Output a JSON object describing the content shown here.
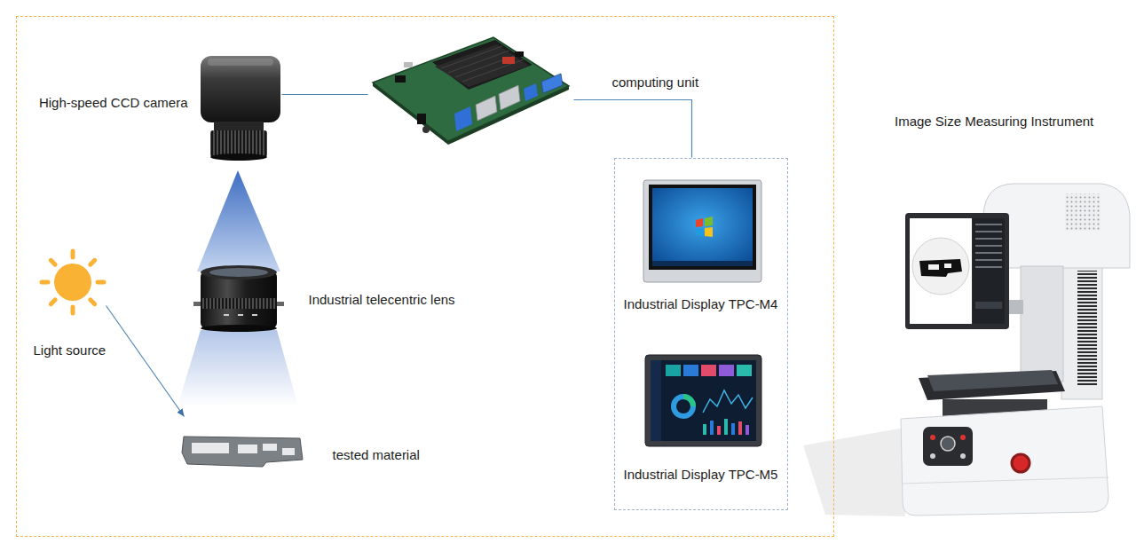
{
  "diagram": {
    "nodes": [
      {
        "text": []
      },
      {
        "text": [
          "High-speed CCD camera"
        ],
        "in": 0
      },
      {
        "text": [
          "computing unit"
        ],
        "in": 0
      },
      {
        "text": [],
        "in": 0
      },
      {
        "text": [
          "Industrial Display TPC-M4"
        ],
        "in": 3
      },
      {
        "text": [
          "Industrial Display TPC-M5"
        ],
        "in": 3
      },
      {
        "text": [
          "Industrial telecentric lens"
        ],
        "in": 0
      },
      {
        "text": [
          "Light source"
        ],
        "in": 0
      },
      {
        "text": [
          "tested material"
        ],
        "in": 0
      },
      {
        "text": [
          "Image Size Measuring Instrument"
        ]
      }
    ],
    "edges": [
      {
        "from": 1,
        "to": 2,
        "arrow": "none"
      },
      {
        "from": 2,
        "to": 3,
        "arrow": "none"
      },
      {
        "from": 7,
        "to": 8,
        "arrow": "to"
      }
    ]
  }
}
